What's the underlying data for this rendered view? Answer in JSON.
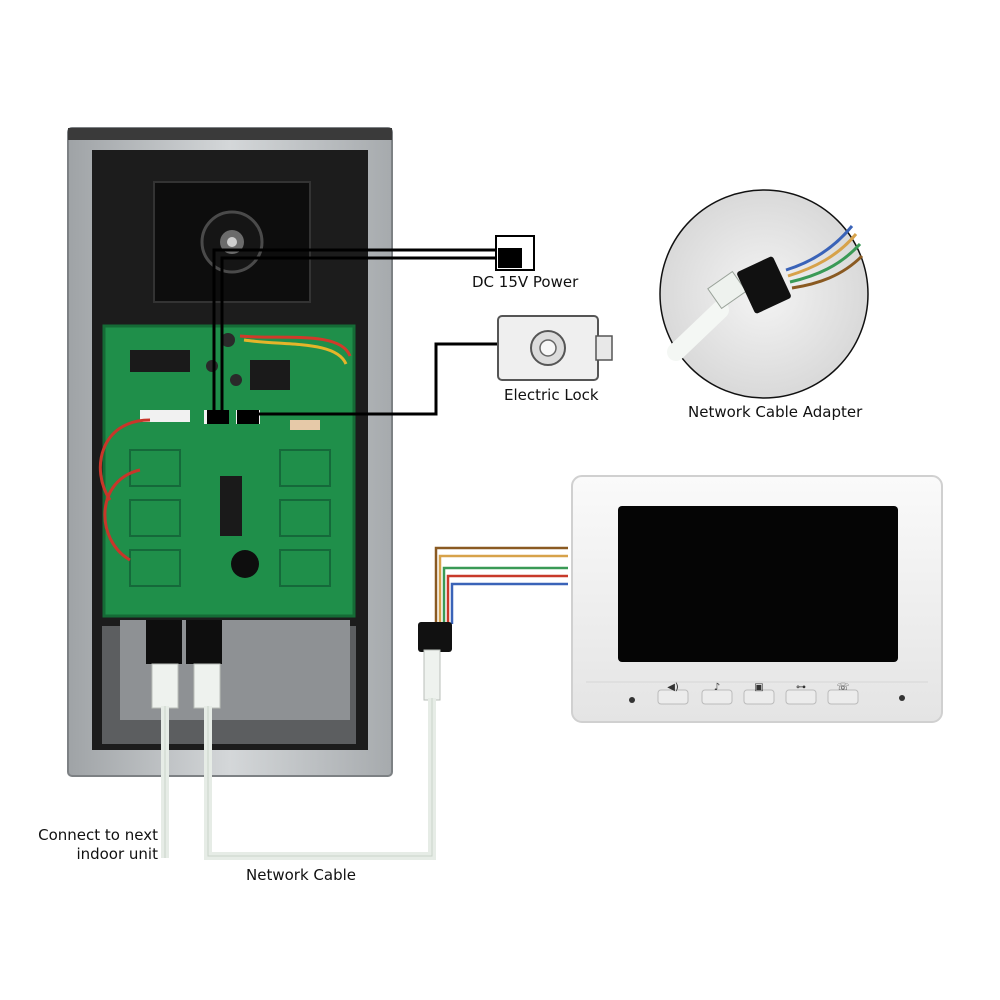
{
  "labels": {
    "power": "DC 15V Power",
    "lock": "Electric Lock",
    "adapter": "Network Cable Adapter",
    "next_unit_line1": "Connect to next",
    "next_unit_line2": "indoor unit",
    "network_cable": "Network Cable"
  },
  "colors": {
    "board_green": "#1f8f4a",
    "board_dark": "#156b36",
    "housing_grey": "#b9bcbf",
    "housing_dark": "#1c1c1c",
    "monitor_white": "#f2f2f2",
    "screen_black": "#050505",
    "cable_light": "#e6ece6",
    "wire_black": "#000000",
    "wire_brown": "#8a5a22",
    "wire_orange": "#d7a24a",
    "wire_green": "#3a9a56",
    "wire_red": "#c83a2a",
    "wire_blue": "#3a63b8"
  },
  "monitor": {
    "buttons": [
      "speaker-icon",
      "music-note-icon",
      "monitor-icon",
      "key-icon",
      "handset-icon"
    ]
  }
}
